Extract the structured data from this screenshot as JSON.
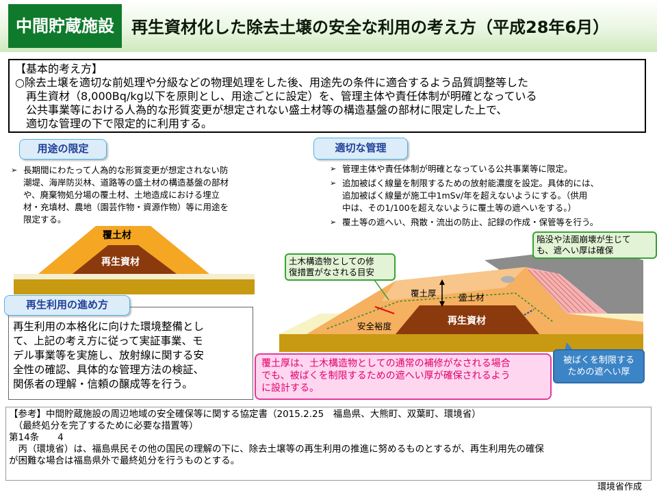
{
  "header": {
    "tag": "中間貯蔵施設",
    "title": "再生資材化した除去土壌の安全な利用の考え方（平成28年6月）"
  },
  "basic": {
    "heading": "【基本的考え方】",
    "lines": [
      "○除去土壌を適切な前処理や分級などの物理処理をした後、用途先の条件に適合するよう品質調整等した",
      "再生資材（8,000Bq/kg以下を原則とし、用途ごとに設定）を、管理主体や責任体制が明確となっている",
      "公共事業等における人為的な形質変更が想定されない盛土材等の構造基盤の部材に限定した上で、",
      "適切な管理の下で限定的に利用する。"
    ]
  },
  "usage": {
    "label": "用途の限定",
    "bullet": "➢",
    "lines": [
      "長期間にわたって人為的な形質変更が想定されない防",
      "潮堤、海岸防災林、道路等の盛土材の構造基盤の部材",
      "や、廃棄物処分場の覆土材、土地造成における埋立",
      "材・充填材、農地（園芸作物・資源作物）等に用途を",
      "限定する。"
    ]
  },
  "management": {
    "label": "適切な管理",
    "bullet": "➢",
    "items": [
      [
        "管理主体や責任体制が明確となっている公共事業等に限定。"
      ],
      [
        "追加被ばく線量を制限するための放射能濃度を設定。具体的には、",
        "追加被ばく線量が施工中1mSv/年を超えないようにする。（供用",
        "中は、その1/100を超えないように覆土等の遮へいをする。）"
      ],
      [
        "覆土等の遮へい、飛散・流出の防止、記録の作成・保管等を行う。"
      ]
    ]
  },
  "diagram_left": {
    "cover": "覆土材",
    "recycled": "再生資材"
  },
  "progress": {
    "label": "再生利用の進め方",
    "lines": [
      "再生利用の本格化に向けた環境整備とし",
      "て、上記の考え方に従って実証事業、モ",
      "デル事業等を実施し、放射線に関する安",
      "全性の確認、具体的な管理方法の検証、",
      "関係者の理解・信頼の醸成等を行う。"
    ]
  },
  "diagram_right": {
    "callout_left": [
      "土木構造物としての修",
      "復措置がなされる目安"
    ],
    "callout_right": [
      "陥没や法面崩壊が生じて",
      "も、遮へい厚は確保"
    ],
    "cover_thickness": "覆土厚",
    "embankment": "盛土材",
    "recycled": "再生資材",
    "safety_margin": "安全裕度",
    "blue_callout": [
      "被ばくを制限する",
      "ための遮へい厚"
    ],
    "pink_callout": [
      "覆土厚は、土木構造物としての通常の補修がなされる場合",
      "でも、被ばくを制限するための遮へい厚が確保されるよう",
      "に設計する。"
    ]
  },
  "reference": {
    "lines": [
      "【参考】中間貯蔵施設の周辺地域の安全確保等に関する協定書（2015.2.25　福島県、大熊町、双葉町、環境省）",
      "　（最終処分を完了するために必要な措置等）",
      "第14条　　4",
      "　丙（環境省）は、福島県民その他の国民の理解の下に、除去土壌等の再生利用の推進に努めるものとするが、再生利用先の確保",
      "が困難な場合は福島県外で最終処分を行うものとする。"
    ]
  },
  "credit": "環境省作成",
  "colors": {
    "header_tag": "#0f7a2c",
    "cover_orange": "#f5a623",
    "recycled_brown": "#8b3a0e",
    "pink_text": "#e0006a",
    "blue_callout": "#3b84c6"
  }
}
